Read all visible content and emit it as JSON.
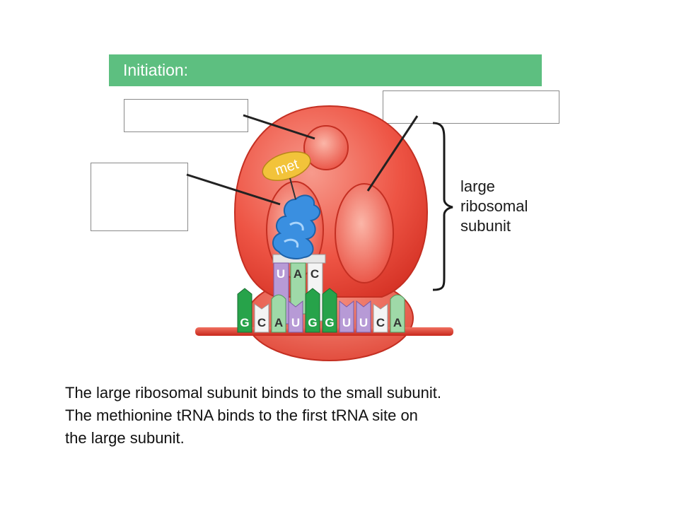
{
  "header": {
    "title": "Initiation:"
  },
  "met_label": "met",
  "anticodon": [
    "U",
    "A",
    "C"
  ],
  "mrna_bases": [
    "G",
    "C",
    "A",
    "U",
    "G",
    "G",
    "U",
    "U",
    "C",
    "A"
  ],
  "subunit_label": [
    "large",
    "ribosomal",
    "subunit"
  ],
  "caption": [
    "The large ribosomal subunit binds to the small subunit.",
    "The methionine  tRNA binds to the first tRNA site on",
    "the large subunit."
  ],
  "colors": {
    "banner": "#5dbf80",
    "ribosome": "#e84a3c",
    "mrna": "#e03a2c",
    "trna": "#3a8fe0",
    "met_tag": "#f2c33a"
  }
}
